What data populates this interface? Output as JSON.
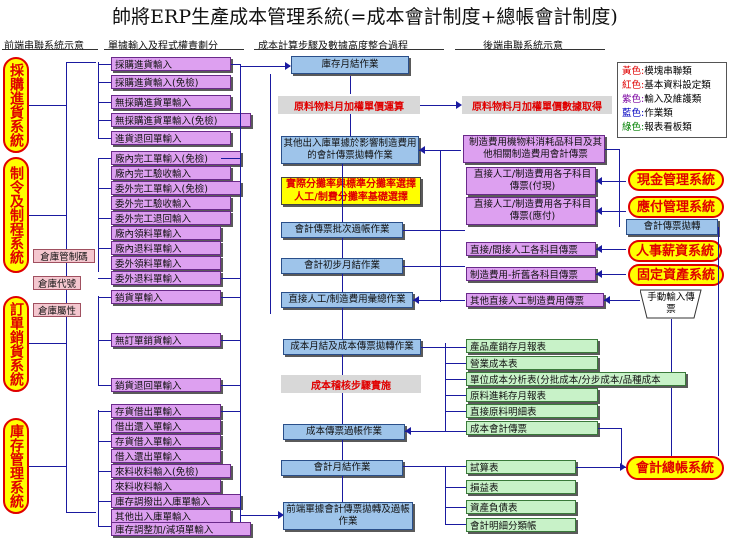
{
  "title": "帥將ERP生產成本管理系統(=成本會計制度+總帳會計制度)",
  "headers": {
    "col1": "前端串聯系統示意",
    "col2": "單據輸入及程式權責劃分",
    "col3": "成本計算步驟及數據高度整合過程",
    "col4": "後端串聯系統示意"
  },
  "legend": [
    {
      "color": "#e00000",
      "prefix": "黃色:",
      "text": "模塊串聯類"
    },
    {
      "color": "#e00000",
      "prefix": "紅色:",
      "text": "基本資料設定類"
    },
    {
      "color": "#7a00a0",
      "prefix": "紫色:",
      "text": "輸入及維護類"
    },
    {
      "color": "#0000c0",
      "prefix": "藍色:",
      "text": "作業類"
    },
    {
      "color": "#008000",
      "prefix": "綠色:",
      "text": "報表看板類"
    }
  ],
  "left_systems": [
    "採購進貨系統",
    "制令及制程系統",
    "訂單銷貨系統",
    "庫存管理系統"
  ],
  "pink_tags": [
    "倉庫管制碼",
    "倉庫代號",
    "倉庫屬性"
  ],
  "purchase_docs": [
    "採購進貨輸入",
    "採購進貨輸入(免檢)",
    "無採購進貨單輸入",
    "無採購進貨單輸入(免檢)",
    "進貨退回單輸入"
  ],
  "mfg_docs": [
    "廠內完工單輸入(免檢)",
    "廠內完工驗收輸入",
    "委外完工單輸入(免檢)",
    "委外完工驗收輸入",
    "委外完工退回輸入",
    "廠內領料單輸入",
    "廠內退料單輸入",
    "委外領料單輸入",
    "委外退料單輸入"
  ],
  "sales_docs": [
    "銷貨單輸入",
    "無訂單銷貨輸入",
    "銷貨退回單輸入"
  ],
  "stock_docs": [
    "存貨借出單輸入",
    "借出還入單輸入",
    "存貨借入單輸入",
    "借入還出單輸入",
    "來料收料輸入(免檢)",
    "來料收料輸入",
    "庫存調撥出入庫單輸入",
    "其他出入庫單輸入",
    "庫存調整加/減項單輸入"
  ],
  "center": {
    "monthly_stock": "庫存月結作業",
    "gray_avg": "原料物料月加權單價運算",
    "other_io": "其他出入庫單據於影響制造費用的會計傳票拋轉作業",
    "yellow_alloc": "實際分攤率與標準分攤率選擇人工/制費分攤率基礎選擇",
    "voucher_batch": "會計傳票批次過帳作業",
    "acct_first": "會計初步月結作業",
    "direct_labor": "直接人工/制造費用彙總作業",
    "cost_close": "成本月結及成本傳票拋轉作業",
    "gray_verify": "成本稽核步驟實施",
    "cost_voucher_post": "成本傳票過帳作業",
    "acct_close": "會計月結作業",
    "front_voucher": "前端單據會計傳票拋轉及過帳作業"
  },
  "right_mid": {
    "gray_avg_r": "原料物料月加權單價數據取得",
    "mfg_voucher": "制造費用機物料消耗品科目及其他相關制造費用會計傳票",
    "labor_paid": "直接人工/制造費用各子科目傳票(付現)",
    "labor_accrued": "直接人工/制造費用各子科目傳票(應付)",
    "labor_items": "直接/間接人工各科目傳票",
    "mfg_depr": "制造費用-折舊各科目傳票",
    "other_labor": "其他直接人工制造費用傳票"
  },
  "reports": {
    "group1": [
      "產品產銷存月報表",
      "營業成本表",
      "單位成本分析表(分批成本/分步成本/品種成本",
      "原料進耗存月報表",
      "直接原料明細表"
    ],
    "cost_voucher": "成本會計傳票",
    "group2": [
      "試算表",
      "損益表",
      "資產負債表",
      "會計明細分類帳"
    ]
  },
  "right_systems": {
    "cash": "現金管理系統",
    "ap": "應付管理系統",
    "voucher_throw": "會計傳票拋轉",
    "hr": "人事薪資系統",
    "fixed": "固定資產系統",
    "manual": "手動輸入傳票",
    "gl": "會計總帳系統"
  }
}
